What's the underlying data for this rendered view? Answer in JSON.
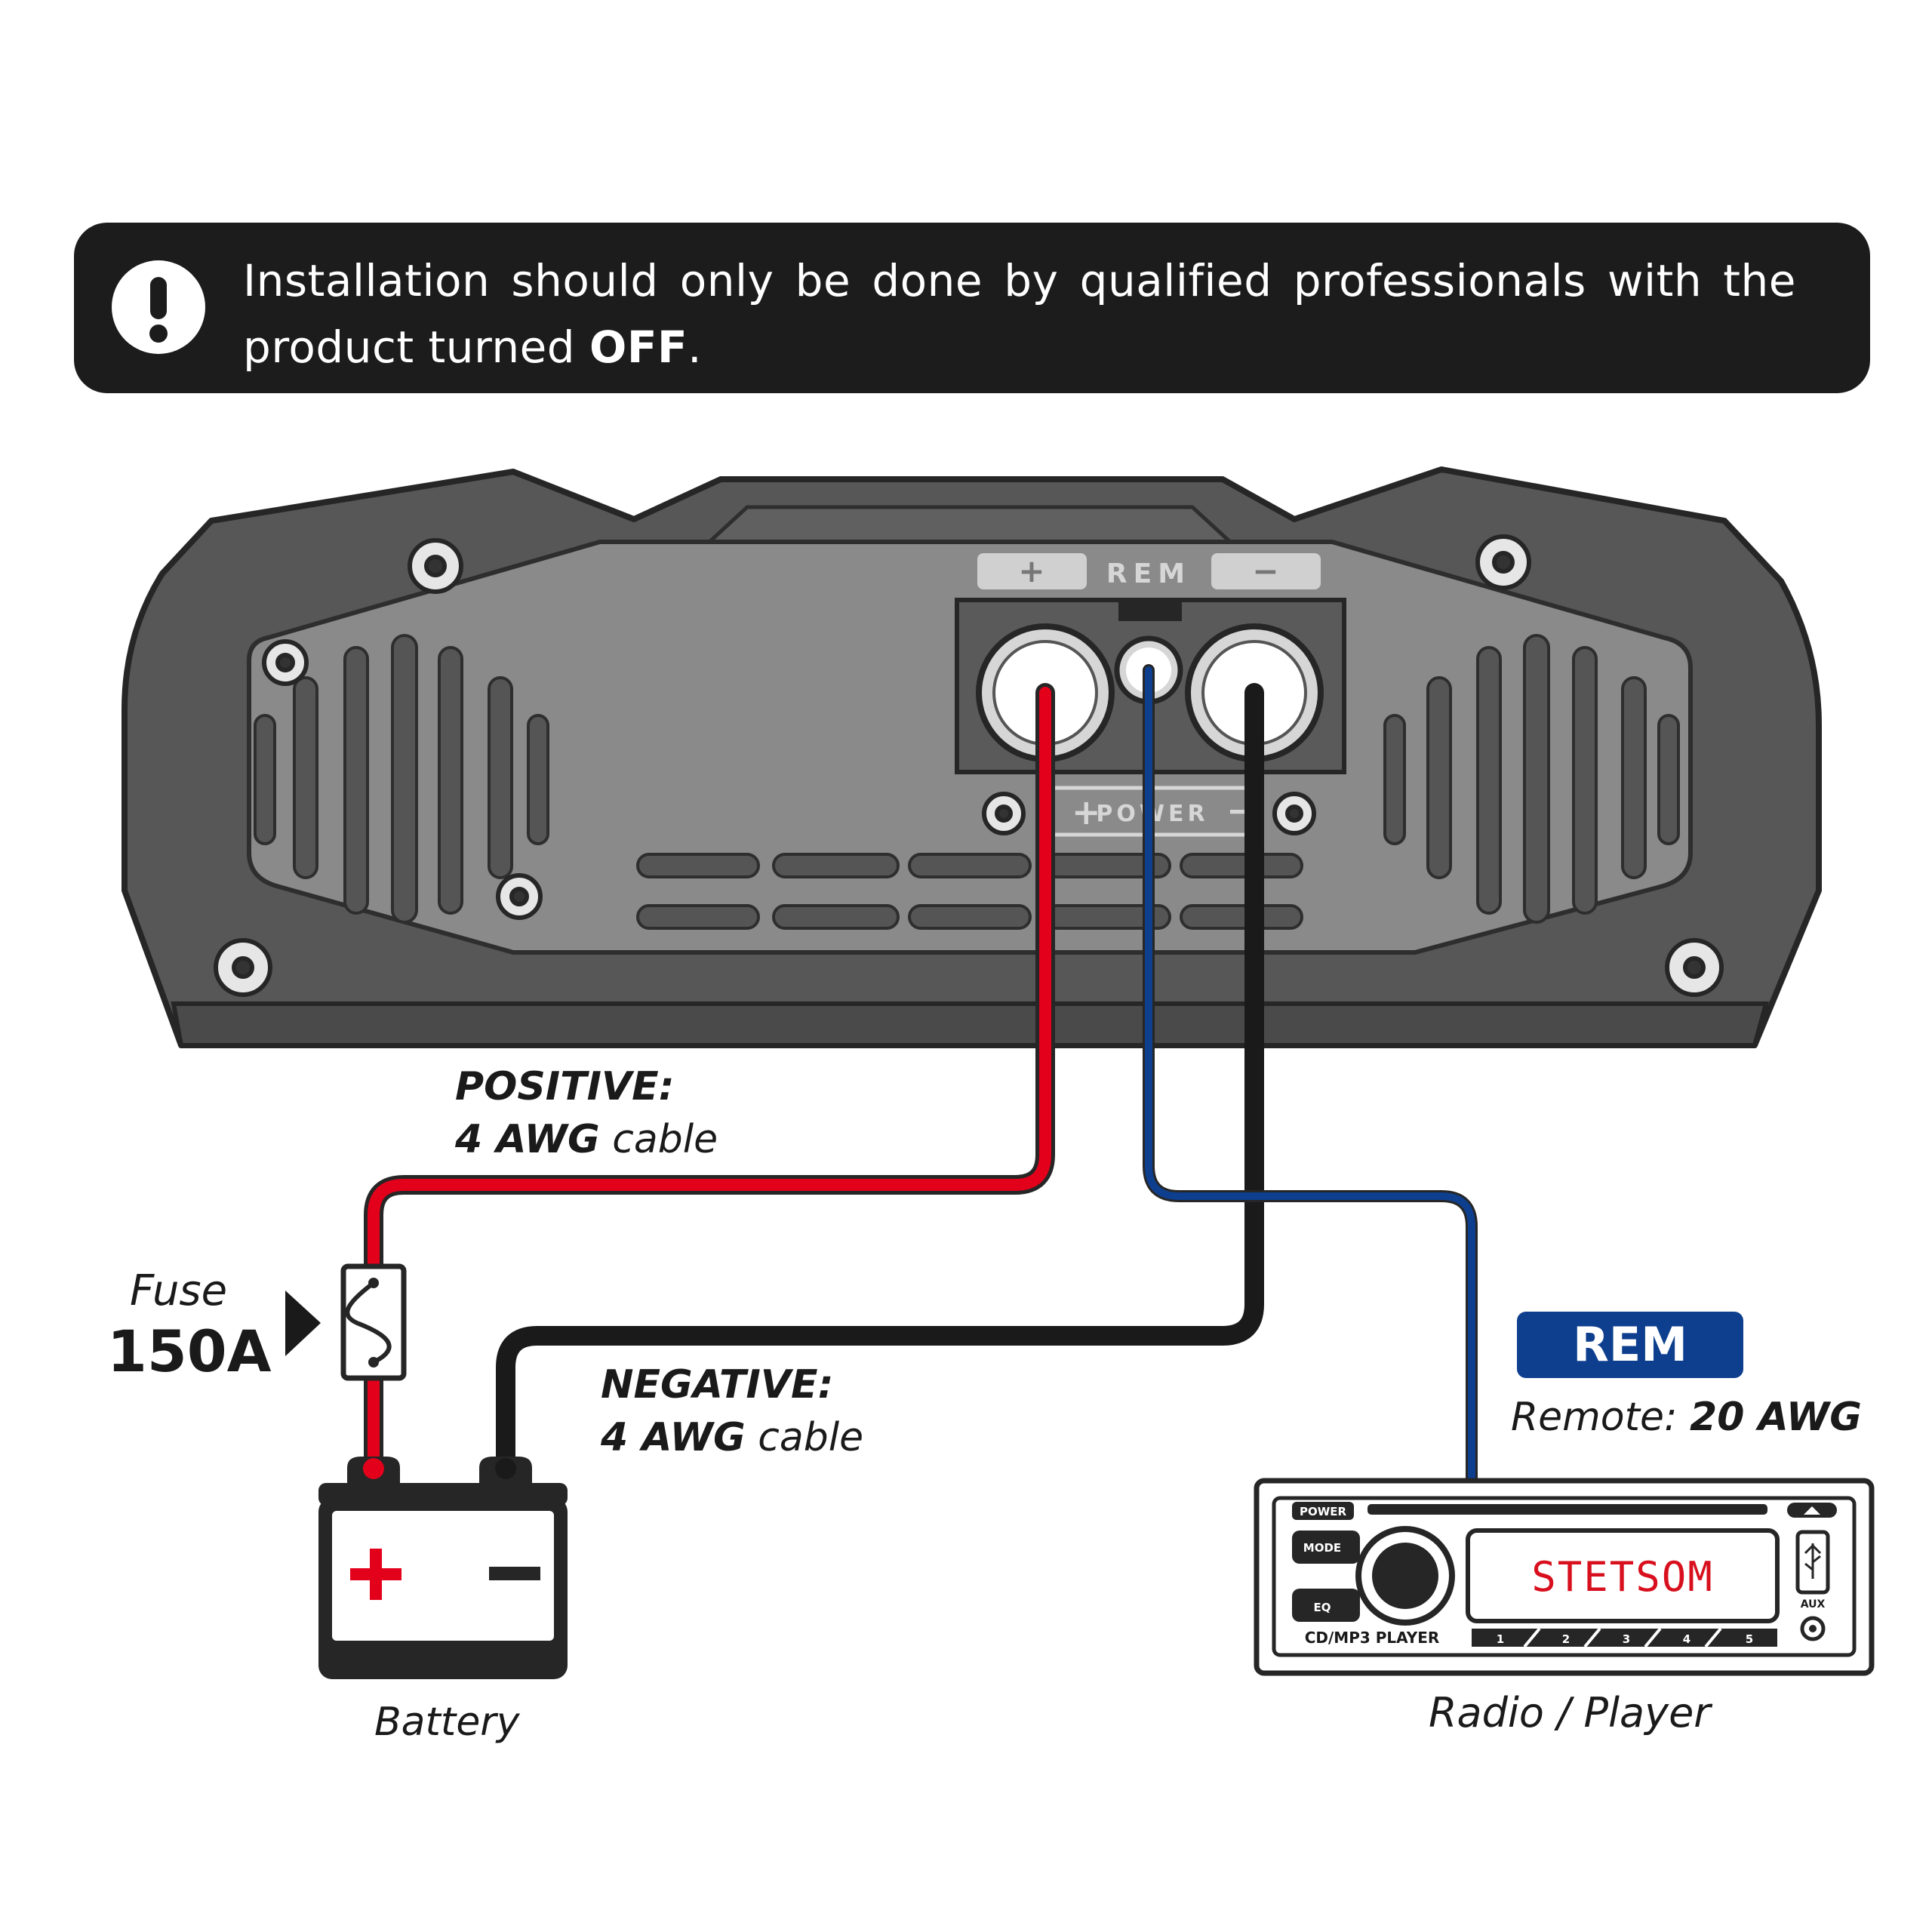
{
  "warning": {
    "text_before": "Installation should only be done by qualified professionals with the product turned ",
    "text_bold": "OFF",
    "text_after": ".",
    "icon": "exclamation-icon"
  },
  "amplifier": {
    "terminal_plus": "+",
    "terminal_rem": "REM",
    "terminal_minus": "−",
    "power_label": "POWER"
  },
  "positive": {
    "title": "POSITIVE:",
    "gauge": "4 AWG",
    "unit": " cable"
  },
  "negative": {
    "title": "NEGATIVE:",
    "gauge": "4 AWG",
    "unit": " cable"
  },
  "fuse": {
    "label": "Fuse",
    "rating": "150A"
  },
  "battery": {
    "label": "Battery"
  },
  "remote": {
    "badge": "REM",
    "prefix": "Remote: ",
    "gauge": "20 AWG"
  },
  "radio": {
    "label": "Radio / Player",
    "brand": "STETSOM",
    "power_btn": "POWER",
    "mode_btn": "MODE",
    "eq_btn": "EQ",
    "model": "CD/MP3 PLAYER",
    "aux": "AUX",
    "presets": [
      "1",
      "2",
      "3",
      "4",
      "5"
    ]
  },
  "colors": {
    "positive_wire": "#e2001a",
    "negative_wire": "#1a1a1a",
    "remote_wire": "#0e3f8e",
    "amp_body": "#575757",
    "amp_panel": "#8a8a8a"
  }
}
